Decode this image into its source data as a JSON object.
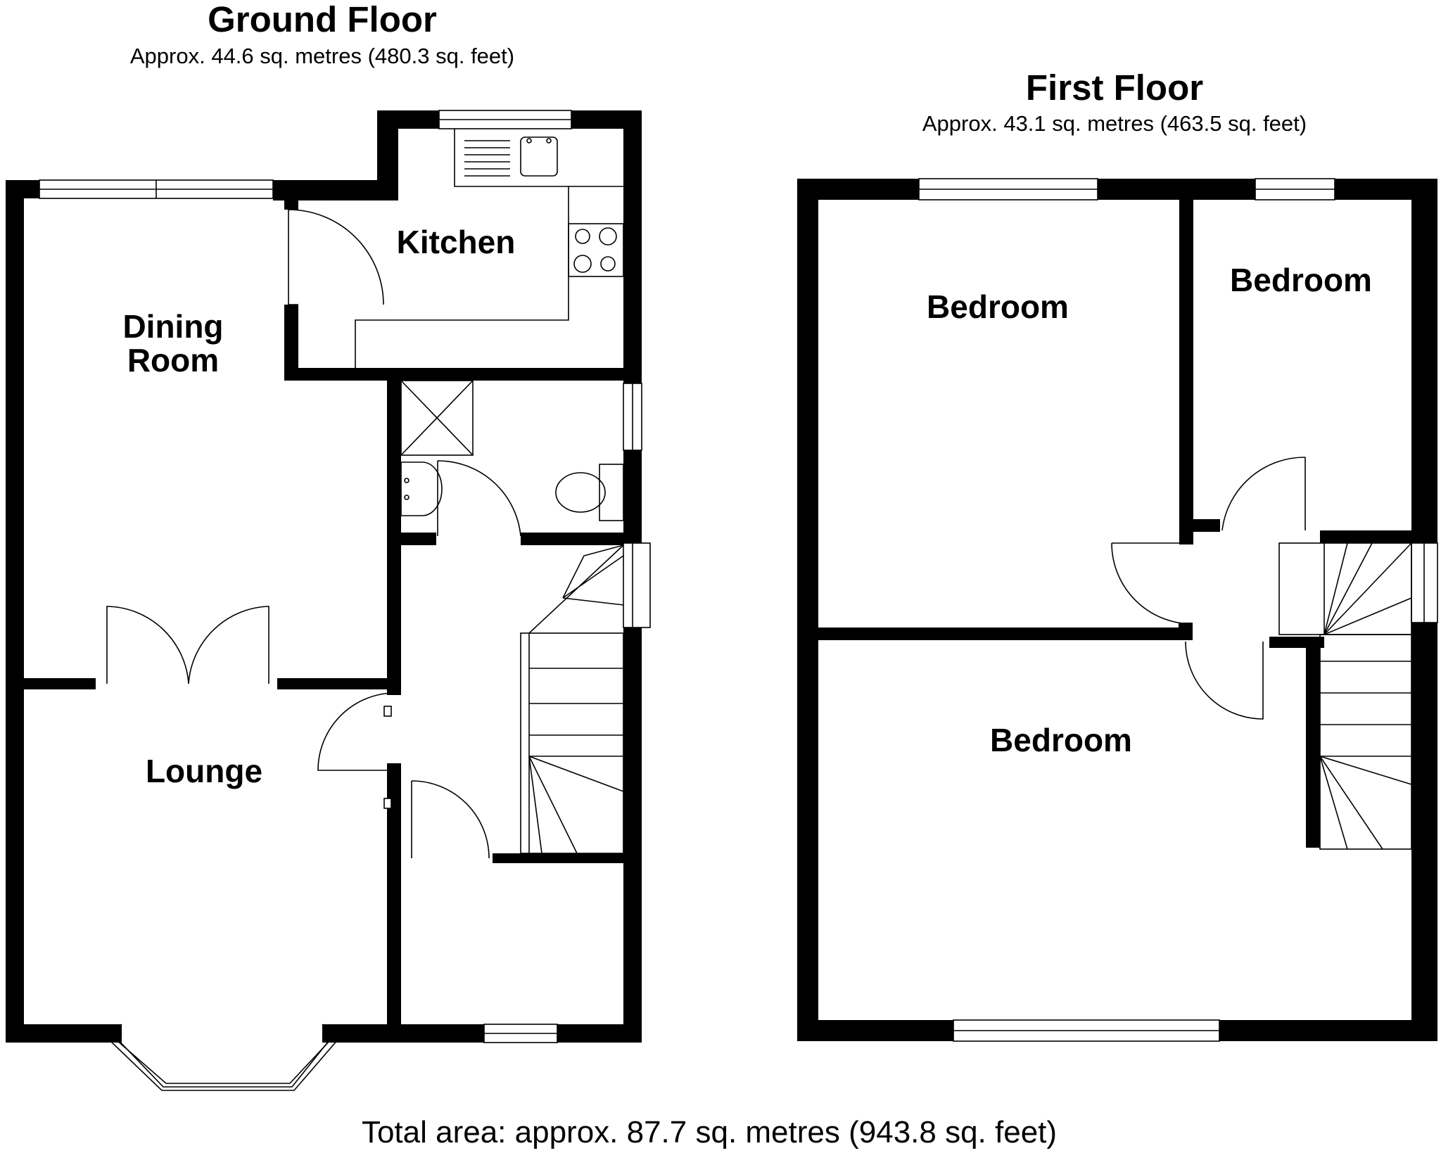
{
  "ground_floor": {
    "title": "Ground Floor",
    "area": "Approx. 44.6 sq. metres (480.3 sq. feet)",
    "rooms": {
      "kitchen": "Kitchen",
      "dining_line1": "Dining",
      "dining_line2": "Room",
      "lounge": "Lounge"
    }
  },
  "first_floor": {
    "title": "First Floor",
    "area": "Approx. 43.1 sq. metres (463.5 sq. feet)",
    "rooms": {
      "bedroom_1": "Bedroom",
      "bedroom_2": "Bedroom",
      "bedroom_3": "Bedroom"
    }
  },
  "total_area": "Total area: approx. 87.7 sq. metres (943.8 sq. feet)",
  "colors": {
    "walls": "#000000",
    "background": "#ffffff"
  },
  "fixtures": [
    "sink",
    "hob",
    "shower-tray",
    "wash-basin",
    "toilet",
    "staircase"
  ]
}
